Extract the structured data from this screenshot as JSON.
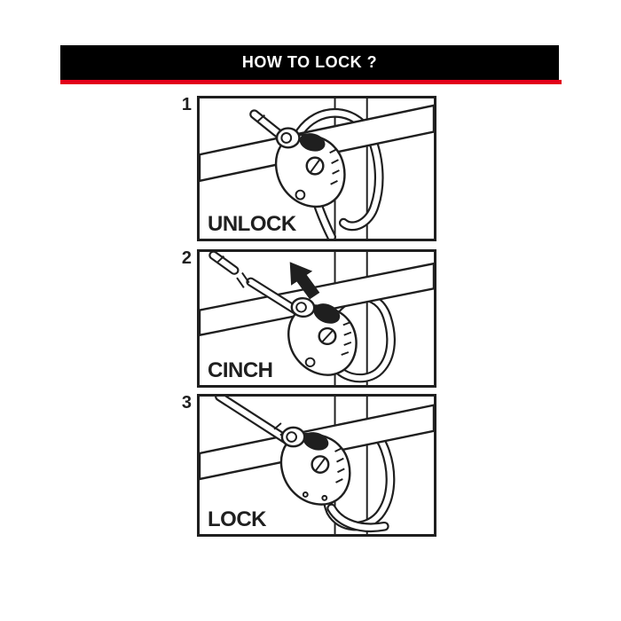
{
  "header": {
    "title": "HOW TO LOCK ?"
  },
  "steps": [
    {
      "number": "1",
      "label": "UNLOCK"
    },
    {
      "number": "2",
      "label": "CINCH"
    },
    {
      "number": "3",
      "label": "LOCK"
    }
  ],
  "colors": {
    "header_bg": "#000000",
    "header_text": "#ffffff",
    "accent_red": "#e2001a",
    "line": "#1f1f1f"
  }
}
